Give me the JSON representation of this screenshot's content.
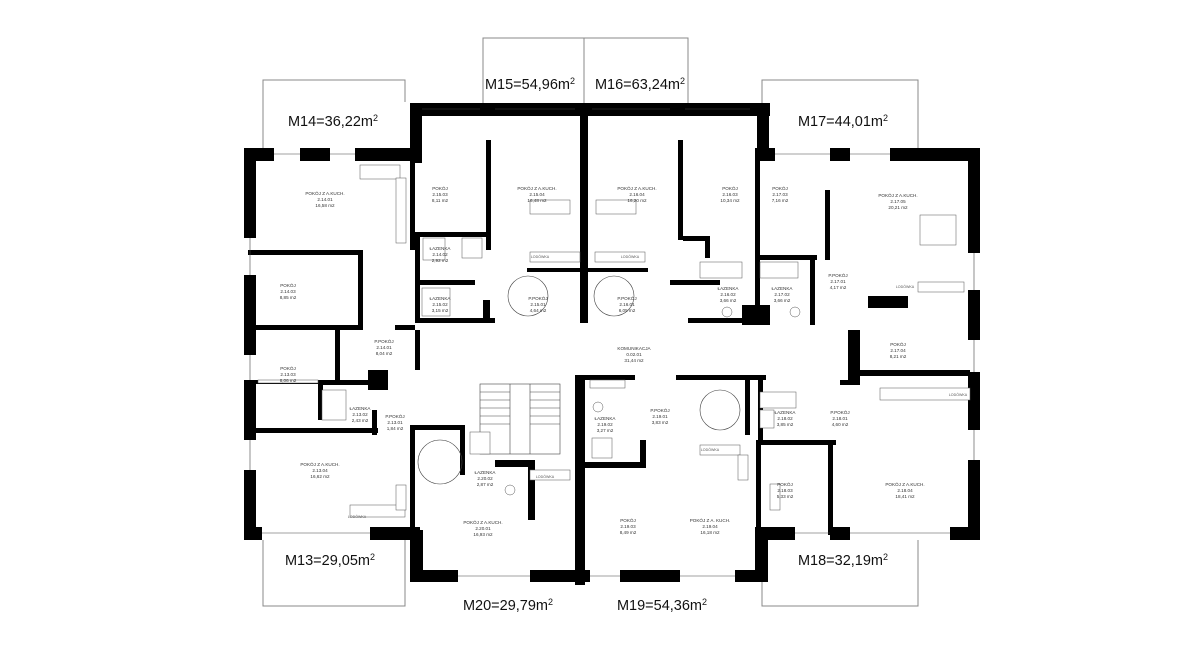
{
  "units": {
    "m13": "M13=29,05m",
    "m14": "M14=36,22m",
    "m15": "M15=54,96m",
    "m16": "M16=63,24m",
    "m17": "M17=44,01m",
    "m18": "M18=32,19m",
    "m19": "M19=54,36m",
    "m20": "M20=29,79m",
    "sq": "2"
  },
  "rooms": {
    "r_2_14_01": {
      "name": "POKÓJ Z A.KUCH.",
      "code": "2.14.01",
      "area": "16,58 m2"
    },
    "r_2_14_03": {
      "name": "POKÓJ",
      "code": "2.14.03",
      "area": "8,85 m2"
    },
    "r_2_14_02": {
      "name": "ŁAZENKA",
      "code": "2.14.02",
      "area": "2,92 m2"
    },
    "r_2_15_03": {
      "name": "POKÓJ",
      "code": "2.15.03",
      "area": "8,11 m2"
    },
    "r_2_15_04": {
      "name": "POKÓJ Z A.KUCH.",
      "code": "2.15.04",
      "area": "16,48 m2"
    },
    "r_2_15_02": {
      "name": "ŁAZENKA",
      "code": "2.15.02",
      "area": "3,15 m2"
    },
    "r_2_15_01": {
      "name": "P.POKÓJ",
      "code": "2.15.01",
      "area": "4,64 m2"
    },
    "r_2_16_04": {
      "name": "POKÓJ Z A.KUCH.",
      "code": "2.16.04",
      "area": "16,20 m2"
    },
    "r_2_16_03": {
      "name": "POKÓJ",
      "code": "2.16.03",
      "area": "10,34 m2"
    },
    "r_2_16_01": {
      "name": "P.POKÓJ",
      "code": "2.16.01",
      "area": "6,05 m2"
    },
    "r_2_16_02": {
      "name": "ŁAZENKA",
      "code": "2.16.02",
      "area": "3,66 m2"
    },
    "r_2_17_03": {
      "name": "POKÓJ",
      "code": "2.17.03",
      "area": "7,16 m2"
    },
    "r_2_17_05": {
      "name": "POKÓJ Z A.KUCH.",
      "code": "2.17.05",
      "area": "20,21 m2"
    },
    "r_2_17_02": {
      "name": "ŁAZENKA",
      "code": "2.17.02",
      "area": "3,66 m2"
    },
    "r_2_17_01": {
      "name": "P.POKÓJ",
      "code": "2.17.01",
      "area": "4,17 m2"
    },
    "r_2_17_04": {
      "name": "POKÓJ",
      "code": "2.17.04",
      "area": "8,21 m2"
    },
    "r_2_14_p": {
      "name": "P.POKÓJ",
      "code": "2.14.01",
      "area": "8,04 m2"
    },
    "r_2_13_03": {
      "name": "POKÓJ",
      "code": "2.13.03",
      "area": "8,06 m2"
    },
    "r_2_13_02": {
      "name": "ŁAZENKA",
      "code": "2.13.02",
      "area": "2,43 m2"
    },
    "r_2_13_01": {
      "name": "P.POKÓJ",
      "code": "2.13.01",
      "area": "1,84 m2"
    },
    "r_2_13_04": {
      "name": "POKÓJ Z A.KUCH.",
      "code": "2.13.04",
      "area": "16,62 m2"
    },
    "r_komunikacja": {
      "name": "KOMUNIKACJA",
      "code": "0.02.01",
      "area": "31,44 m2"
    },
    "r_2_20_02": {
      "name": "ŁAZENKA",
      "code": "2.20.02",
      "area": "2,87 m2"
    },
    "r_2_20_01": {
      "name": "POKÓJ Z A.KUCH.",
      "code": "2.20.01",
      "area": "16,93 m2"
    },
    "r_2_19_02": {
      "name": "ŁAZENKA",
      "code": "2.19.02",
      "area": "3,27 m2"
    },
    "r_2_19_01": {
      "name": "P.POKÓJ",
      "code": "2.19.01",
      "area": "3,83 m2"
    },
    "r_2_19_03": {
      "name": "POKÓJ",
      "code": "2.19.03",
      "area": "8,49 m2"
    },
    "r_2_19_04": {
      "name": "POKÓJ Z A. KUCH.",
      "code": "2.19.04",
      "area": "16,18 m2"
    },
    "r_2_18_02": {
      "name": "ŁAZENKA",
      "code": "2.18.02",
      "area": "3,85 m2"
    },
    "r_2_18_01": {
      "name": "P.POKÓJ",
      "code": "2.18.01",
      "area": "4,60 m2"
    },
    "r_2_18_03": {
      "name": "POKÓJ",
      "code": "2.18.03",
      "area": "5,33 m2"
    },
    "r_2_18_04": {
      "name": "POKÓJ Z A.KUCH.",
      "code": "2.18.04",
      "area": "18,41 m2"
    }
  },
  "fixture_labels": {
    "fridge": "LODÓWKA"
  }
}
